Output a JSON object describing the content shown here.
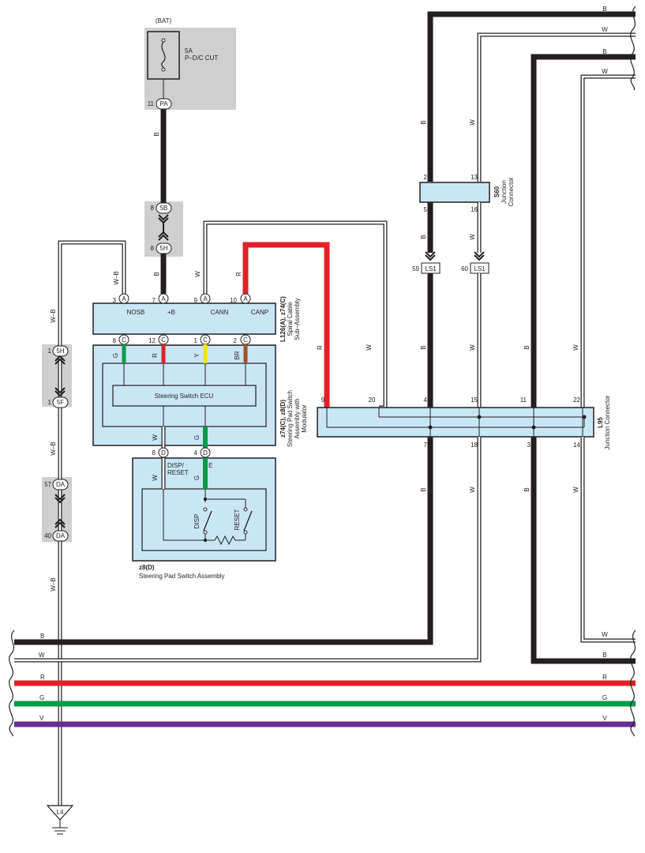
{
  "colors": {
    "black": "#231f20",
    "red": "#e3202a",
    "green": "#0a9a4a",
    "violet": "#6a2c91",
    "yellow": "#f2e21a",
    "brown": "#a0522d",
    "box_blue": "#c9e6f5",
    "shade_gray": "#cfcfcf"
  },
  "fuse": {
    "source": "(BAT)",
    "rating": "5A",
    "name": "P–D/C CUT"
  },
  "connectors": {
    "pa": {
      "pin": "11",
      "code": "PA"
    },
    "c5b": {
      "pin": "8",
      "code": "5B"
    },
    "c5h_top": {
      "pin": "8",
      "code": "5H"
    },
    "c5h_left": {
      "pin": "1",
      "code": "5H"
    },
    "c5f": {
      "pin": "1",
      "code": "5F"
    },
    "da57": {
      "pin": "57",
      "code": "DA"
    },
    "da40": {
      "pin": "40",
      "code": "DA"
    },
    "ls59": {
      "pin": "59",
      "code": "LS1"
    },
    "ls60": {
      "pin": "60",
      "code": "LS1"
    },
    "ground": "L4"
  },
  "spiral": {
    "id": "L126(A), z74(C)",
    "name1": "Spiral Cable",
    "name2": "Sub–Assembly",
    "pins_top": [
      {
        "pin": "3",
        "code": "A",
        "label": "NOSB",
        "wire": "W–B"
      },
      {
        "pin": "7",
        "code": "A",
        "label": "+B",
        "wire": "B"
      },
      {
        "pin": "9",
        "code": "A",
        "label": "CANN",
        "wire": "W"
      },
      {
        "pin": "10",
        "code": "A",
        "label": "CANP",
        "wire": "R"
      }
    ],
    "pins_bottom": [
      {
        "pin": "8",
        "code": "C",
        "wire": "G"
      },
      {
        "pin": "12",
        "code": "C",
        "wire": "R"
      },
      {
        "pin": "1",
        "code": "C",
        "wire": "Y"
      },
      {
        "pin": "2",
        "code": "C",
        "wire": "BR"
      }
    ]
  },
  "modulator": {
    "id": "z74(C), z8(D)",
    "name1": "Steering Pad Switch",
    "name2": "Assembly with",
    "name3": "Modulator",
    "ecu": "Steering Switch ECU",
    "wire_left": "W",
    "wire_right": "G"
  },
  "pad": {
    "id": "z8(D)",
    "name": "Steering Pad Switch Assembly",
    "pin_left": {
      "pin": "8",
      "code": "D"
    },
    "pin_right": {
      "pin": "4",
      "code": "D"
    },
    "label_left1": "DISP/",
    "label_left2": "RESET",
    "label_right": "E",
    "wire_left": "W",
    "wire_right": "G",
    "sw_disp": "DISP",
    "sw_reset": "RESET"
  },
  "s60": {
    "id": "S60",
    "name1": "Junction",
    "name2": "Connector",
    "pins": [
      "2",
      "13",
      "5",
      "16"
    ]
  },
  "l95": {
    "id": "L95",
    "name": "Junction Connector",
    "top_pins": [
      "9",
      "20",
      "4",
      "15",
      "11",
      "22"
    ],
    "bottom_pins": [
      "7",
      "18",
      "3",
      "14"
    ]
  },
  "wire_labels": {
    "b": "B",
    "w": "W",
    "r": "R",
    "g": "G",
    "v": "V",
    "wb": "W–B"
  }
}
